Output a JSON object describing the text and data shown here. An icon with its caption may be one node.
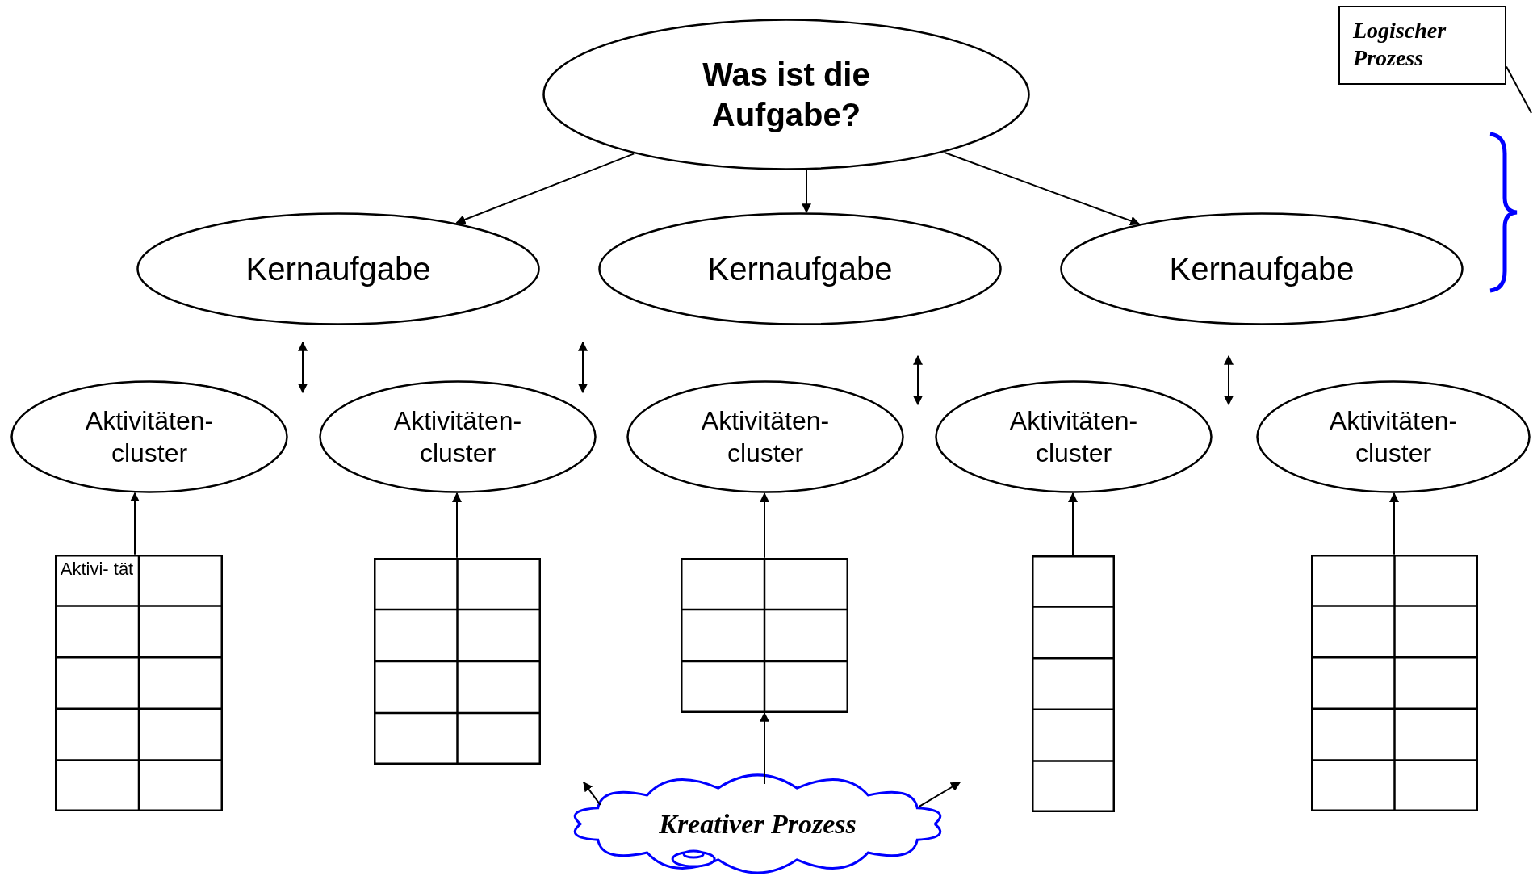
{
  "diagram": {
    "nodes": [
      {
        "text": [
          "Was ist die Aufgabe?"
        ]
      },
      {
        "text": [
          "Kernaufgabe"
        ]
      },
      {
        "text": [
          "Kernaufgabe"
        ]
      },
      {
        "text": [
          "Kernaufgabe"
        ]
      },
      {
        "text": [
          "Aktivitäten- cluster"
        ]
      },
      {
        "text": [
          "Aktivitäten- cluster"
        ]
      },
      {
        "text": [
          "Aktivitäten- cluster"
        ]
      },
      {
        "text": [
          "Aktivitäten- cluster"
        ]
      },
      {
        "text": [
          "Aktivitäten- cluster"
        ]
      },
      {
        "text": [
          "Aktivi- tät"
        ]
      },
      {
        "text": [],
        "shape": "box"
      },
      {
        "text": [],
        "shape": "box"
      },
      {
        "text": [],
        "shape": "box"
      },
      {
        "text": [],
        "shape": "box"
      },
      {
        "text": [
          "Kreativer Prozess"
        ]
      },
      {
        "text": [
          "Logischer Prozess"
        ]
      }
    ],
    "edges": [
      {
        "from": 0,
        "to": 1,
        "arrow": "to"
      },
      {
        "from": 0,
        "to": 2,
        "arrow": "to"
      },
      {
        "from": 0,
        "to": 3,
        "arrow": "to"
      },
      {
        "from": 9,
        "to": 4,
        "arrow": "to"
      },
      {
        "from": 10,
        "to": 5,
        "arrow": "to"
      },
      {
        "from": 11,
        "to": 6,
        "arrow": "to"
      },
      {
        "from": 12,
        "to": 7,
        "arrow": "to"
      },
      {
        "from": 13,
        "to": 8,
        "arrow": "to"
      },
      {
        "from": 14,
        "to": null,
        "arrow": "to"
      },
      {
        "from": 14,
        "to": 11,
        "arrow": "to"
      },
      {
        "from": 14,
        "to": null,
        "arrow": "to"
      },
      {
        "from": 15,
        "to": null,
        "arrow": "none"
      }
    ]
  }
}
